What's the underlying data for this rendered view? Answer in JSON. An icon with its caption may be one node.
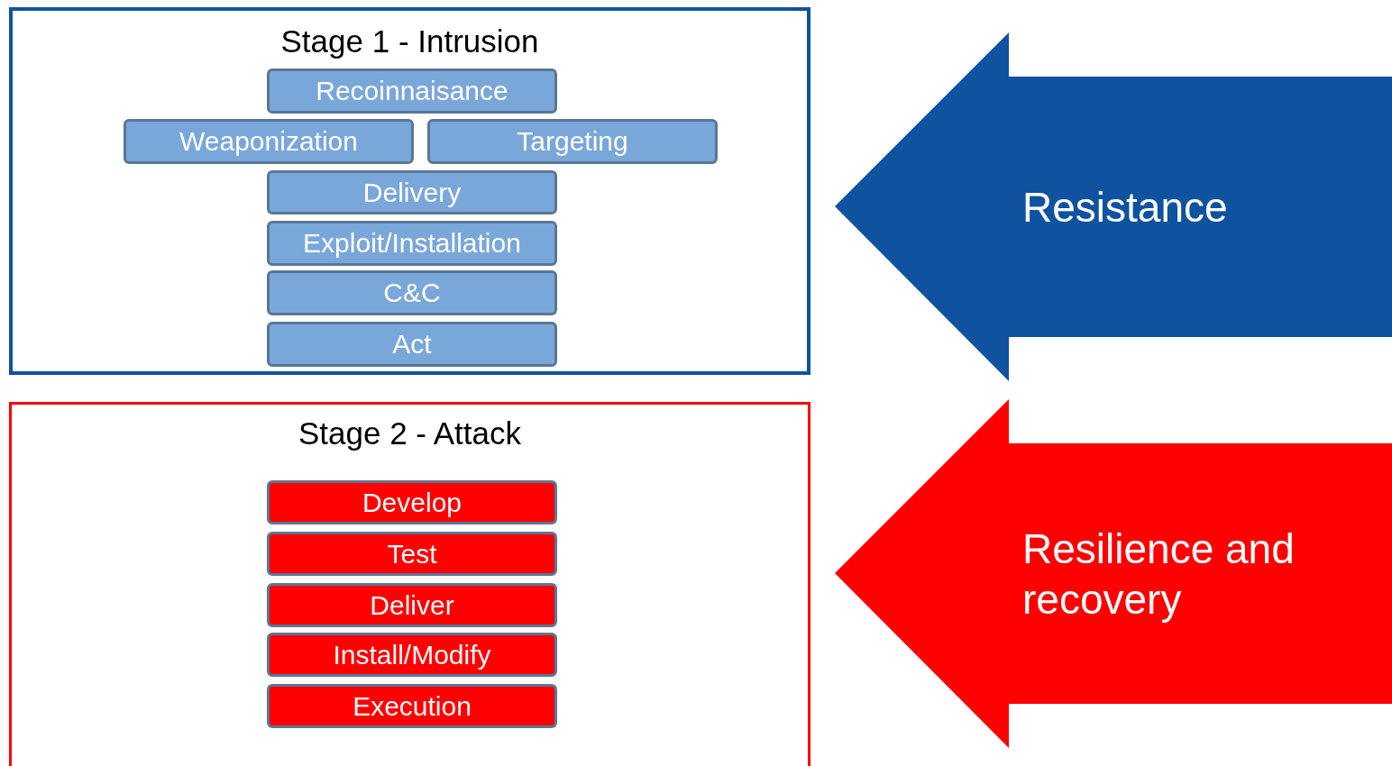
{
  "diagram": {
    "nodes": [
      {
        "text": [
          "Stage 1 - Intrusion"
        ]
      },
      {
        "text": [
          "Recoinnaisance"
        ],
        "in": 0
      },
      {
        "text": [
          "Weaponization"
        ],
        "in": 0
      },
      {
        "text": [
          "Targeting"
        ],
        "in": 0
      },
      {
        "text": [
          "Delivery"
        ],
        "in": 0
      },
      {
        "text": [
          "Exploit/Installation"
        ],
        "in": 0
      },
      {
        "text": [
          "C&C"
        ],
        "in": 0
      },
      {
        "text": [
          "Act"
        ],
        "in": 0
      },
      {
        "text": [
          "Stage 2 - Attack"
        ]
      },
      {
        "text": [
          "Develop"
        ],
        "in": 8
      },
      {
        "text": [
          "Test"
        ],
        "in": 8
      },
      {
        "text": [
          "Deliver"
        ],
        "in": 8
      },
      {
        "text": [
          "Install/Modify"
        ],
        "in": 8
      },
      {
        "text": [
          "Execution"
        ],
        "in": 8
      },
      {
        "text": [
          "Resistance"
        ]
      },
      {
        "text": [
          "Resilience and recovery"
        ]
      }
    ]
  }
}
